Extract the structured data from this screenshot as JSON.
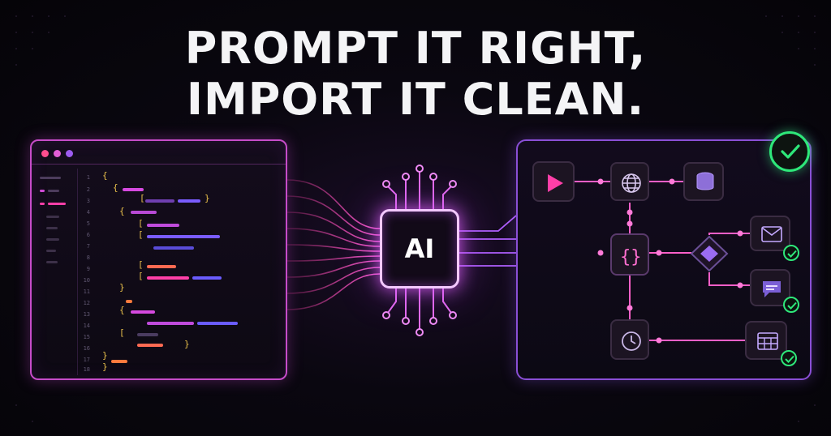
{
  "headline": {
    "line1": "PROMPT IT RIGHT,",
    "line2": "IMPORT IT CLEAN."
  },
  "code_window": {
    "line_numbers": [
      "1",
      "2",
      "3",
      "4",
      "5",
      "6",
      "7",
      "8",
      "9",
      "10",
      "11",
      "12",
      "13",
      "14",
      "15",
      "16",
      "17",
      "18"
    ]
  },
  "chip": {
    "label": "AI"
  },
  "workflow": {
    "icons": [
      "play-icon",
      "globe-icon",
      "database-icon",
      "code-braces-icon",
      "decision-diamond-icon",
      "mail-icon",
      "chat-icon",
      "clock-icon",
      "table-icon",
      "check-icon"
    ]
  },
  "colors": {
    "pink": "#ff3fa8",
    "magenta": "#d64ae0",
    "purple": "#8a4fd6",
    "green": "#2ee87a",
    "orange": "#ff7a3d",
    "yellow": "#e9c04b"
  }
}
